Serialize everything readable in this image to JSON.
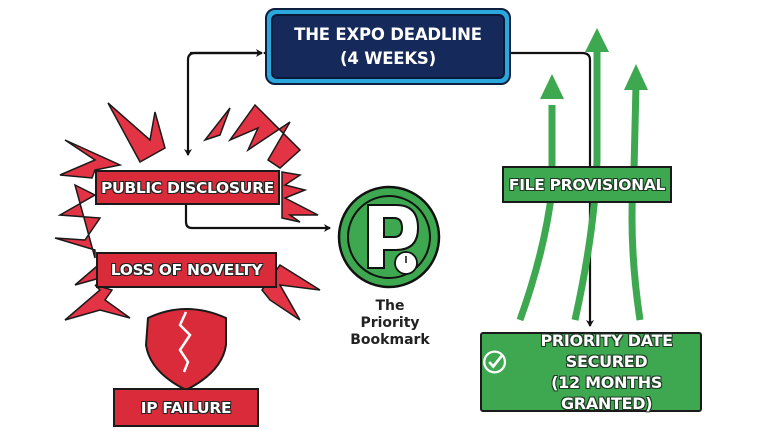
{
  "diagram": {
    "deadline": {
      "line1": "THE EXPO DEADLINE",
      "line2": "(4 WEEKS)"
    },
    "failure_path": {
      "step1": "PUBLIC DISCLOSURE",
      "step2": "LOSS OF NOVELTY",
      "step3": "IP FAILURE",
      "icon": "broken-shield-icon"
    },
    "bookmark": {
      "icon": "priority-p-clock-icon",
      "letter": "P",
      "line1": "The",
      "line2": "Priority",
      "line3": "Bookmark"
    },
    "success_path": {
      "step1": "FILE PROVISIONAL",
      "result_line1": "PRIORITY DATE",
      "result_line2": "SECURED",
      "result_line3": "(12 MONTHS GRANTED)",
      "icon": "check-circle-icon"
    },
    "colors": {
      "deadline_fill": "#15295b",
      "deadline_border": "#2aa7dd",
      "failure_red": "#d92b3a",
      "success_green": "#3da84f",
      "arrow": "#111111"
    }
  }
}
